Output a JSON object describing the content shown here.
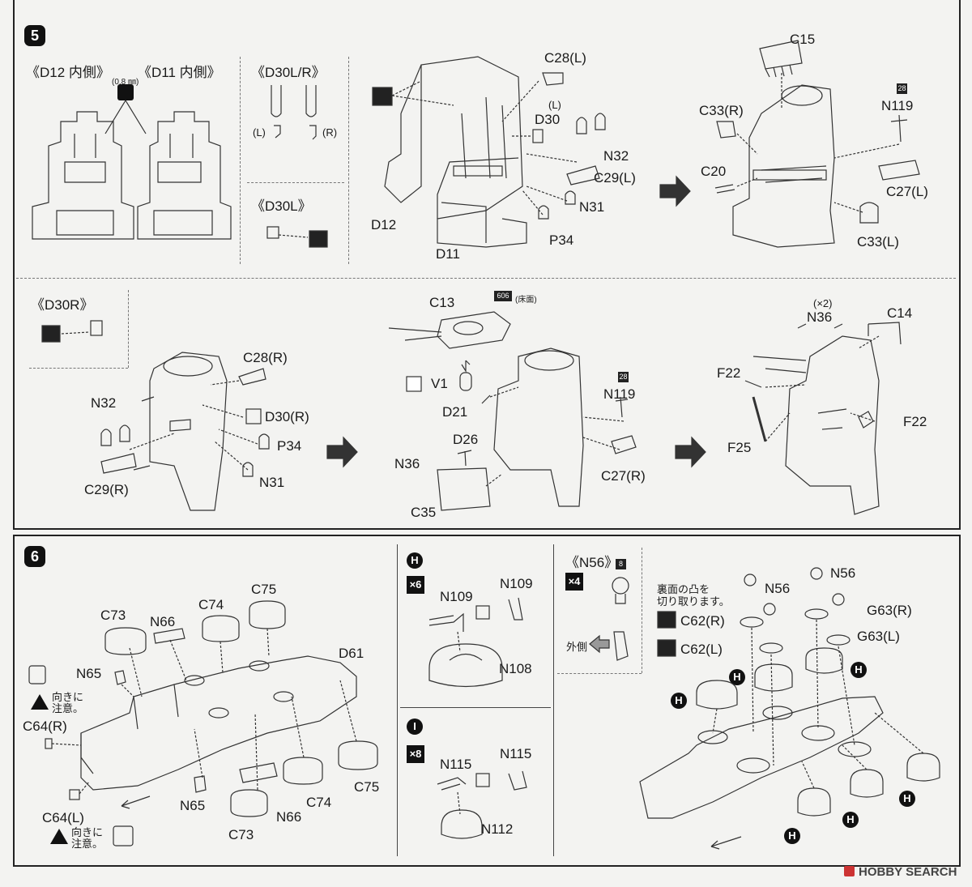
{
  "steps": {
    "s5": "5",
    "s6": "6"
  },
  "s5_top": {
    "d12_inner": "《D12 内側》",
    "d11_inner": "《D11 内側》",
    "drill_size": "(0.8 ㎜)",
    "d30lr_title": "《D30L/R》",
    "l_mark": "(L)",
    "r_mark": "(R)",
    "d30l_title": "《D30L》",
    "c28l": "C28(L)",
    "l_small": "(L)",
    "d30": "D30",
    "n32": "N32",
    "c29l": "C29(L)",
    "n31": "N31",
    "p34": "P34",
    "d12": "D12",
    "d11": "D11",
    "c15": "C15",
    "c33r": "C33(R)",
    "n119_num": "28",
    "n119": "N119",
    "c20": "C20",
    "c27l": "C27(L)",
    "c33l": "C33(L)"
  },
  "s5_mid": {
    "d30r_title": "《D30R》",
    "c28r": "C28(R)",
    "n32": "N32",
    "d30r": "D30(R)",
    "p34": "P34",
    "c29r": "C29(R)",
    "n31": "N31",
    "c13": "C13",
    "paint_num": "606",
    "paint_note": "(床面)",
    "v1": "V1",
    "d21": "D21",
    "d26": "D26",
    "n36": "N36",
    "c35": "C35",
    "n119_num": "28",
    "n119": "N119",
    "c27r": "C27(R)",
    "x2": "(×2)",
    "n36b": "N36",
    "c14": "C14",
    "f22a": "F22",
    "f22b": "F22",
    "f25": "F25"
  },
  "s6": {
    "c73a": "C73",
    "n66a": "N66",
    "c74a": "C74",
    "c75a": "C75",
    "d61": "D61",
    "n65a": "N65",
    "caution1": "向きに\n注意。",
    "c64r": "C64(R)",
    "c64l": "C64(L)",
    "caution2": "向きに\n注意。",
    "n65b": "N65",
    "c73b": "C73",
    "n66b": "N66",
    "c74b": "C74",
    "c75b": "C75",
    "h_label": "H",
    "x6": "×6",
    "n109a": "N109",
    "n109b": "N109",
    "n108": "N108",
    "i_label": "I",
    "x8": "×8",
    "n115a": "N115",
    "n115b": "N115",
    "n112": "N112",
    "n56_title": "《N56》",
    "n56_num": "8",
    "x4": "×4",
    "outside": "外側",
    "cut_note": "裏面の凸を\n切り取ります。",
    "c62r": "C62(R)",
    "c62l": "C62(L)",
    "n56a": "N56",
    "n56b": "N56",
    "g63r": "G63(R)",
    "g63l": "G63(L)",
    "h": "H"
  },
  "watermark": "HOBBY SEARCH"
}
